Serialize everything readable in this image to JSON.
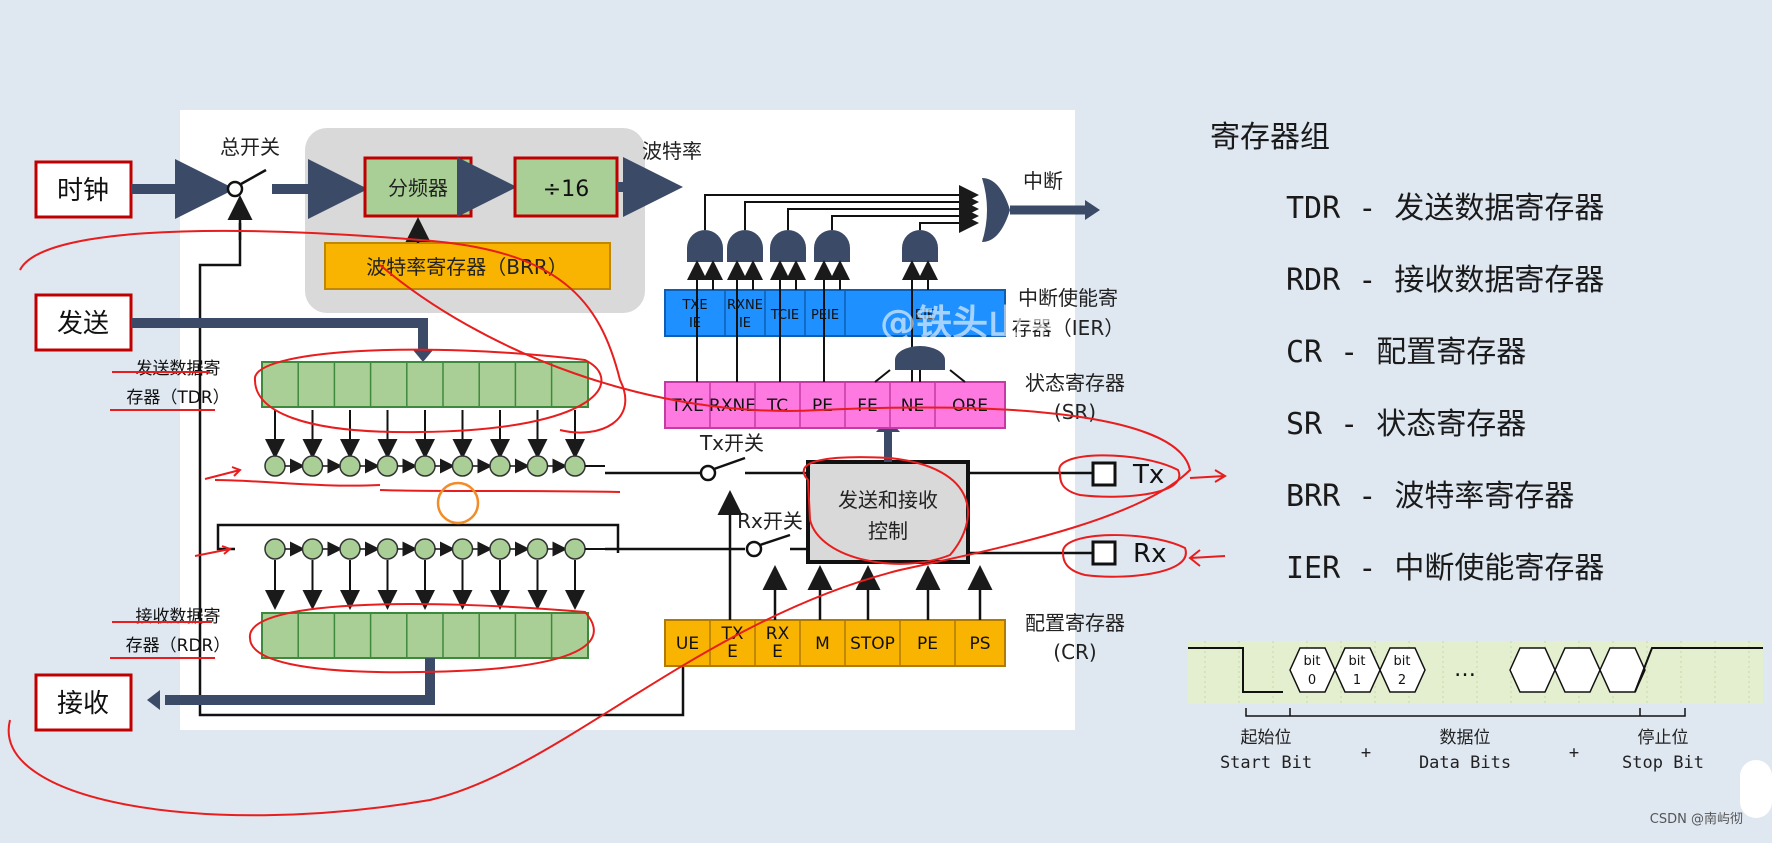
{
  "left_labels": {
    "clock": "时钟",
    "send": "发送",
    "receive": "接收"
  },
  "top": {
    "master_switch": "总开关",
    "divider": "分频器",
    "div16": "÷16",
    "baud_rate": "波特率",
    "brr": "波特率寄存器（BRR）",
    "interrupt": "中断"
  },
  "ier": {
    "label_line1": "中断使能寄",
    "label_line2": "存器（IER）",
    "cells": [
      "TXE IE",
      "RXNE IE",
      "TCIE",
      "PEIE",
      "EIE"
    ]
  },
  "sr": {
    "label_line1": "状态寄存器",
    "label_line2": "(SR)",
    "cells": [
      "TXE",
      "RXNE",
      "TC",
      "PE",
      "FE",
      "NE",
      "ORE"
    ]
  },
  "cr": {
    "label_line1": "配置寄存器",
    "label_line2": "(CR)",
    "cells": [
      "UE",
      "TX E",
      "RX E",
      "M",
      "STOP",
      "PE",
      "PS"
    ]
  },
  "tdr": {
    "line1": "发送数据寄",
    "line2": "存器（TDR）"
  },
  "rdr": {
    "line1": "接收数据寄",
    "line2": "存器（RDR）"
  },
  "tx_switch": "Tx开关",
  "rx_switch": "Rx开关",
  "control": {
    "line1": "发送和接收",
    "line2": "控制"
  },
  "pins": {
    "tx": "Tx",
    "rx": "Rx"
  },
  "watermark": "@铁头山羊",
  "registers": {
    "title": "寄存器组",
    "items": [
      "TDR - 发送数据寄存器",
      "RDR - 接收数据寄存器",
      "CR - 配置寄存器",
      "SR - 状态寄存器",
      "BRR - 波特率寄存器",
      "IER - 中断使能寄存器"
    ]
  },
  "timing": {
    "bits": [
      "bit 0",
      "bit 1",
      "bit 2"
    ],
    "ellipsis": "…",
    "start_cn": "起始位",
    "start_en": "Start Bit",
    "data_cn": "数据位",
    "data_en": "Data Bits",
    "stop_cn": "停止位",
    "stop_en": "Stop Bit",
    "plus": "+"
  },
  "footer": "CSDN @南屿彻",
  "colors": {
    "panel": "#ffffff",
    "gray": "#d8d8d8",
    "green": "#a9cf96",
    "brr": "#f8b400",
    "ier": "#1e90ff",
    "sr": "#ff7ae0",
    "cr": "#f8b400",
    "red_label": "#c00000",
    "ink": "#e81d1d",
    "arrow": "#3b4a66"
  }
}
